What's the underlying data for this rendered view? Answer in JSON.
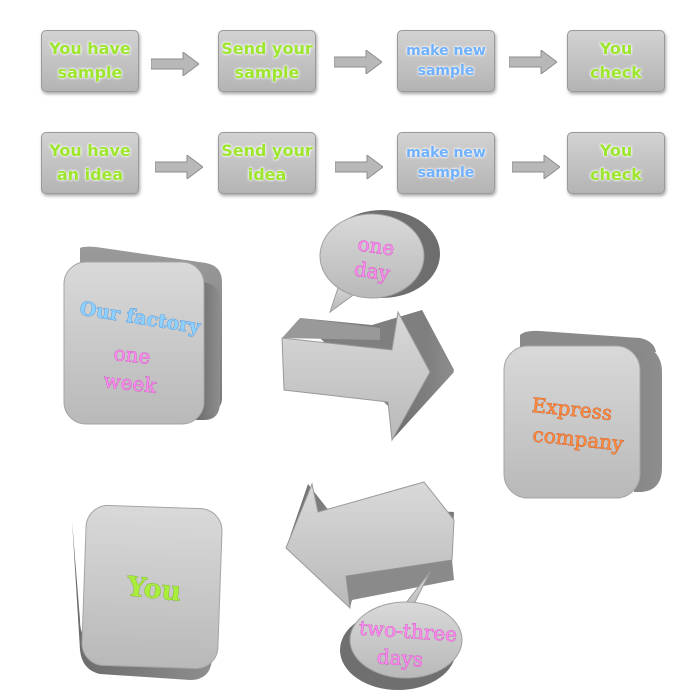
{
  "flows": [
    {
      "steps": [
        {
          "line1": "You have",
          "line2": "sample"
        },
        {
          "line1": "Send your",
          "line2": "sample"
        },
        {
          "line1": "make new",
          "line2": "sample"
        },
        {
          "line1": "You",
          "line2": "check"
        }
      ]
    },
    {
      "steps": [
        {
          "line1": "You have",
          "line2": "an idea"
        },
        {
          "line1": "Send your",
          "line2": "idea"
        },
        {
          "line1": "make new",
          "line2": "sample"
        },
        {
          "line1": "You",
          "line2": "check"
        }
      ]
    }
  ],
  "process": {
    "factory_title": "Our factory",
    "factory_time_line1": "one",
    "factory_time_line2": "week",
    "bubble1_line1": "one",
    "bubble1_line2": "day",
    "express_line1": "Express",
    "express_line2": "company",
    "you_label": "You",
    "bubble2_line1": "two-three",
    "bubble2_line2": "days"
  },
  "colors": {
    "box_gray": "#c4c4c4",
    "green_text": "#9ee62e",
    "blue_text": "#6fb0ff",
    "pink_text": "#ff8cf0",
    "orange_text": "#ff8a3d"
  }
}
